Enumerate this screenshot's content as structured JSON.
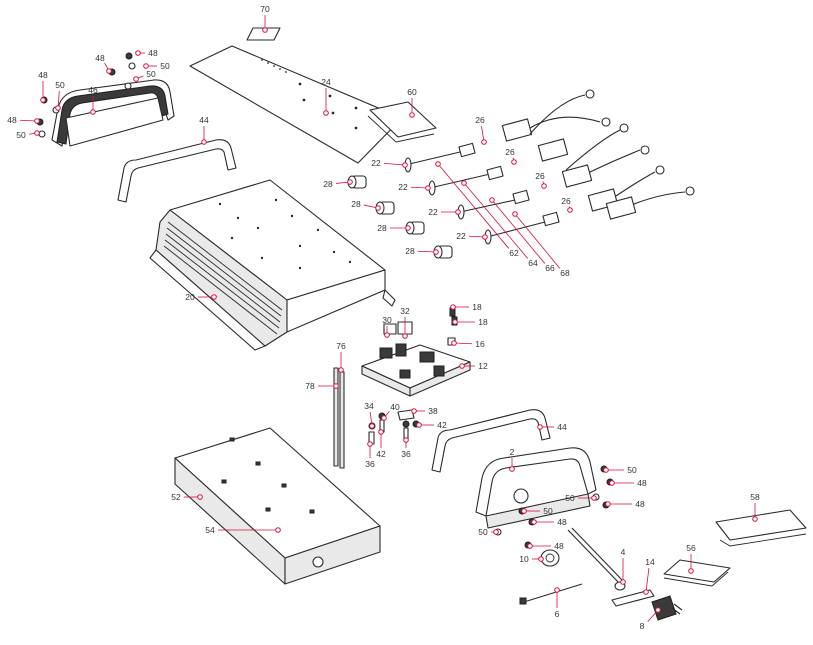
{
  "accent_color": "#d5103f",
  "line_color": "#2b2b2b",
  "callouts": [
    {
      "id": "c70",
      "label": "70"
    },
    {
      "id": "c24",
      "label": "24"
    },
    {
      "id": "c60",
      "label": "60"
    },
    {
      "id": "c48a",
      "label": "48"
    },
    {
      "id": "c50a",
      "label": "50"
    },
    {
      "id": "c48b",
      "label": "48"
    },
    {
      "id": "c50b",
      "label": "50"
    },
    {
      "id": "c48c",
      "label": "48"
    },
    {
      "id": "c50c",
      "label": "50"
    },
    {
      "id": "c46",
      "label": "46"
    },
    {
      "id": "c48d",
      "label": "48"
    },
    {
      "id": "c50d",
      "label": "50"
    },
    {
      "id": "c44a",
      "label": "44"
    },
    {
      "id": "c26a",
      "label": "26"
    },
    {
      "id": "c26b",
      "label": "26"
    },
    {
      "id": "c26c",
      "label": "26"
    },
    {
      "id": "c26d",
      "label": "26"
    },
    {
      "id": "c22a",
      "label": "22"
    },
    {
      "id": "c22b",
      "label": "22"
    },
    {
      "id": "c22c",
      "label": "22"
    },
    {
      "id": "c22d",
      "label": "22"
    },
    {
      "id": "c28a",
      "label": "28"
    },
    {
      "id": "c28b",
      "label": "28"
    },
    {
      "id": "c28c",
      "label": "28"
    },
    {
      "id": "c28d",
      "label": "28"
    },
    {
      "id": "c62",
      "label": "62"
    },
    {
      "id": "c64",
      "label": "64"
    },
    {
      "id": "c66",
      "label": "66"
    },
    {
      "id": "c68",
      "label": "68"
    },
    {
      "id": "c20",
      "label": "20"
    },
    {
      "id": "c18a",
      "label": "18"
    },
    {
      "id": "c18b",
      "label": "18"
    },
    {
      "id": "c32",
      "label": "32"
    },
    {
      "id": "c30",
      "label": "30"
    },
    {
      "id": "c16",
      "label": "16"
    },
    {
      "id": "c12",
      "label": "12"
    },
    {
      "id": "c76",
      "label": "76"
    },
    {
      "id": "c78",
      "label": "78"
    },
    {
      "id": "c34",
      "label": "34"
    },
    {
      "id": "c40",
      "label": "40"
    },
    {
      "id": "c38",
      "label": "38"
    },
    {
      "id": "c42a",
      "label": "42"
    },
    {
      "id": "c42b",
      "label": "42"
    },
    {
      "id": "c36a",
      "label": "36"
    },
    {
      "id": "c36b",
      "label": "36"
    },
    {
      "id": "c44b",
      "label": "44"
    },
    {
      "id": "c2",
      "label": "2"
    },
    {
      "id": "c50e",
      "label": "50"
    },
    {
      "id": "c48e",
      "label": "48"
    },
    {
      "id": "c50f",
      "label": "50"
    },
    {
      "id": "c48f",
      "label": "48"
    },
    {
      "id": "c50g",
      "label": "50"
    },
    {
      "id": "c48g",
      "label": "48"
    },
    {
      "id": "c50h",
      "label": "50"
    },
    {
      "id": "c48h",
      "label": "48"
    },
    {
      "id": "c10",
      "label": "10"
    },
    {
      "id": "c6",
      "label": "6"
    },
    {
      "id": "c4",
      "label": "4"
    },
    {
      "id": "c14",
      "label": "14"
    },
    {
      "id": "c8",
      "label": "8"
    },
    {
      "id": "c56",
      "label": "56"
    },
    {
      "id": "c58",
      "label": "58"
    },
    {
      "id": "c52",
      "label": "52"
    },
    {
      "id": "c54",
      "label": "54"
    }
  ]
}
